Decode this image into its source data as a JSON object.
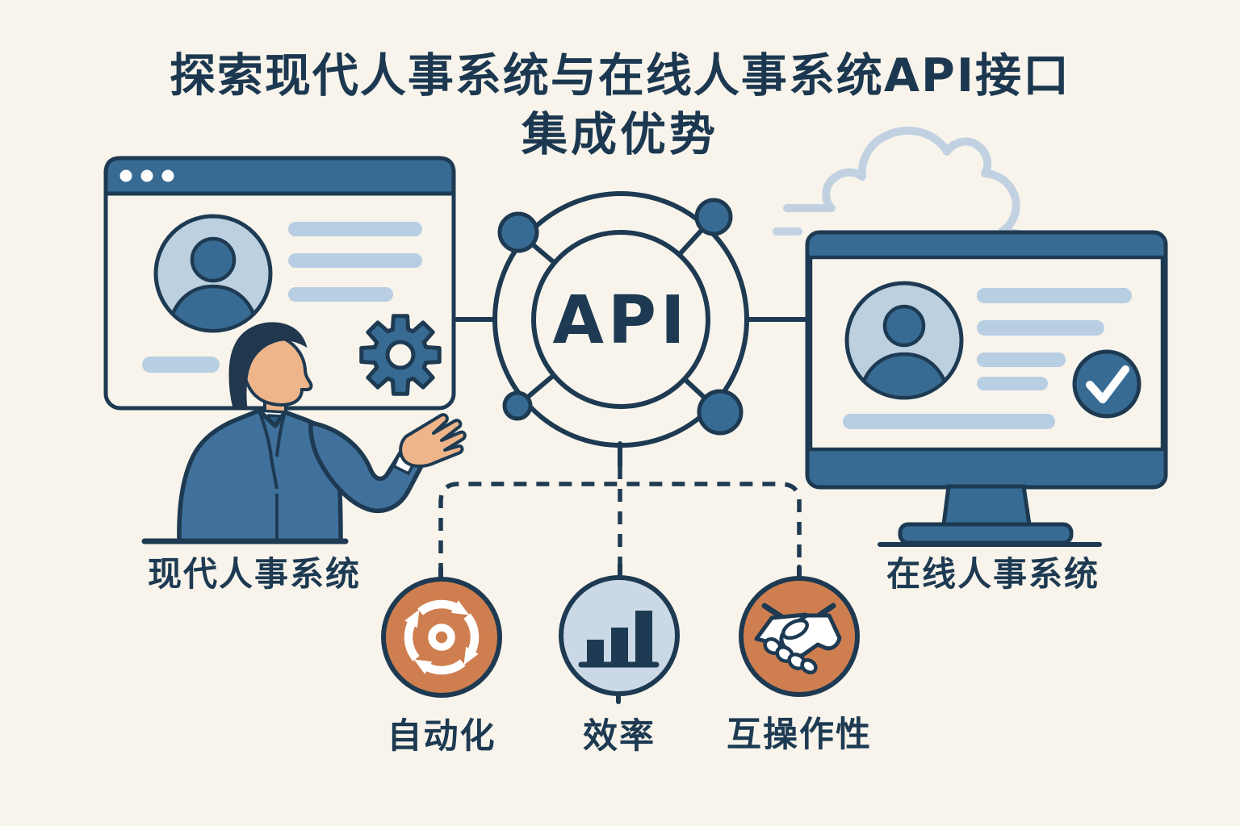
{
  "title": {
    "line1": "探索现代人事系统与在线人事系统API接口",
    "line2": "集成优势"
  },
  "hub": {
    "label": "API"
  },
  "systems": {
    "left": {
      "label": "现代人事系统"
    },
    "right": {
      "label": "在线人事系统"
    }
  },
  "benefits": [
    {
      "label": "自动化",
      "icon": "sync-arrows-icon",
      "fill": "#cf7f4f"
    },
    {
      "label": "效率",
      "icon": "bar-chart-icon",
      "fill": "#cbd9e6"
    },
    {
      "label": "互操作性",
      "icon": "handshake-icon",
      "fill": "#cf7f4f"
    }
  ],
  "icons": [
    "browser-dots-icon",
    "user-avatar-icon",
    "gear-icon",
    "api-hub-icon",
    "cloud-icon",
    "check-icon",
    "sync-arrows-icon",
    "bar-chart-icon",
    "handshake-icon"
  ],
  "colors": {
    "background": "#f8f4eb",
    "ink": "#1d3a52",
    "blue": "#386b93",
    "suit_blue": "#40719c",
    "light_blue": "#b7cee3",
    "avatar_bg": "#bcd0e0",
    "orange": "#cf7f4f",
    "efficiency_blue": "#cbd9e6",
    "cloud": "#c2d1e2",
    "skin": "#eeb58a",
    "white": "#ffffff"
  }
}
